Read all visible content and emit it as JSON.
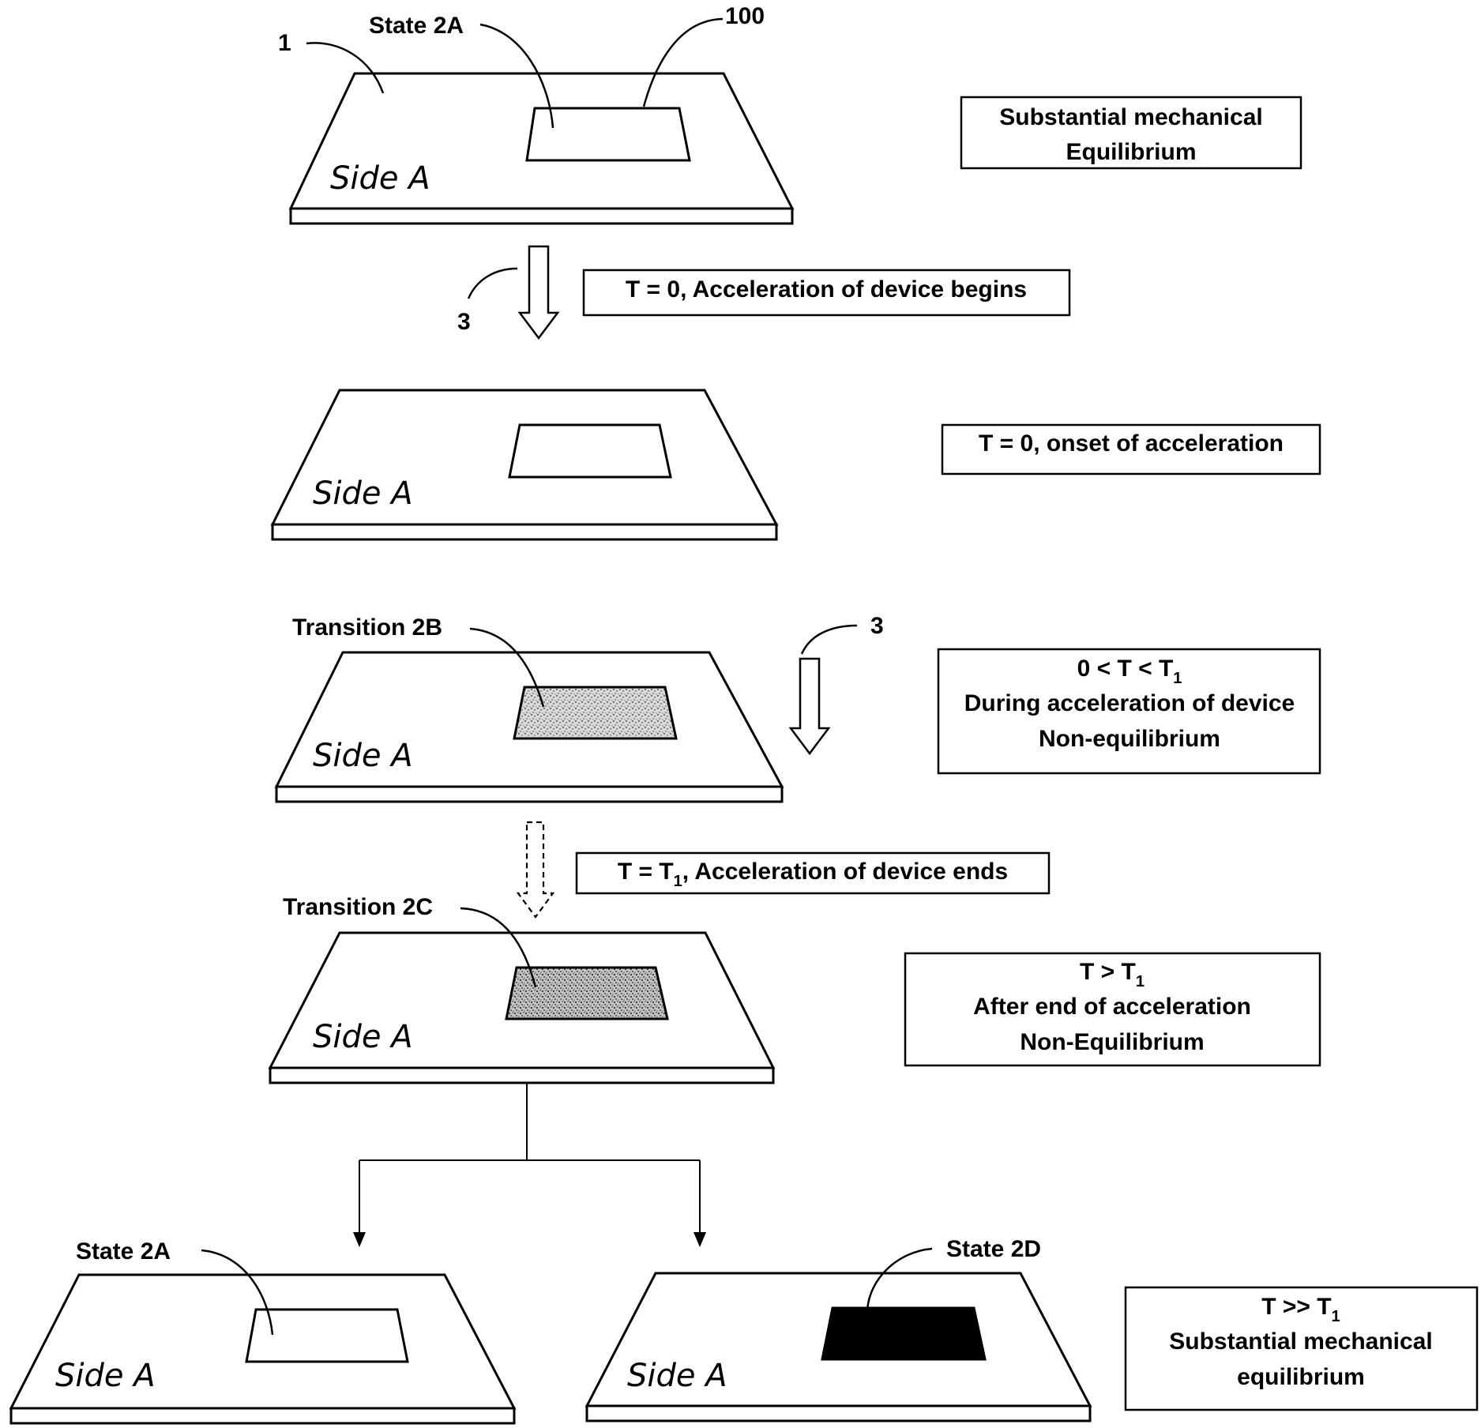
{
  "labels": {
    "ref_1": "1",
    "ref_100": "100",
    "ref_3_top": "3",
    "ref_3_mid": "3",
    "state_2a_top": "State 2A",
    "transition_2b": "Transition 2B",
    "transition_2c": "Transition 2C",
    "state_2a_bottom": "State 2A",
    "state_2d": "State 2D",
    "side_a": "Side A"
  },
  "boxes": {
    "box1": {
      "line1": "Substantial mechanical",
      "line2": "Equilibrium"
    },
    "box2": {
      "line1": "T = 0, Acceleration of device begins"
    },
    "box3": {
      "line1": "T = 0, onset of acceleration"
    },
    "box4": {
      "line1_pre": "0 < T < T",
      "line1_sub": "1",
      "line2": "During acceleration of device",
      "line3": "Non-equilibrium"
    },
    "box5": {
      "line1_pre": "T = T",
      "line1_sub": "1",
      "line1_post": ", Acceleration of device ends"
    },
    "box6": {
      "line1_pre": "T > T",
      "line1_sub": "1",
      "line2": "After end of acceleration",
      "line3": "Non-Equilibrium"
    },
    "box7": {
      "line1_pre": "T >> T",
      "line1_sub": "1",
      "line2": "Substantial mechanical",
      "line3": "equilibrium"
    }
  },
  "colors": {
    "ink": "#000000",
    "paper": "#ffffff",
    "speckle": "#9a9a9a",
    "solid": "#000000"
  }
}
